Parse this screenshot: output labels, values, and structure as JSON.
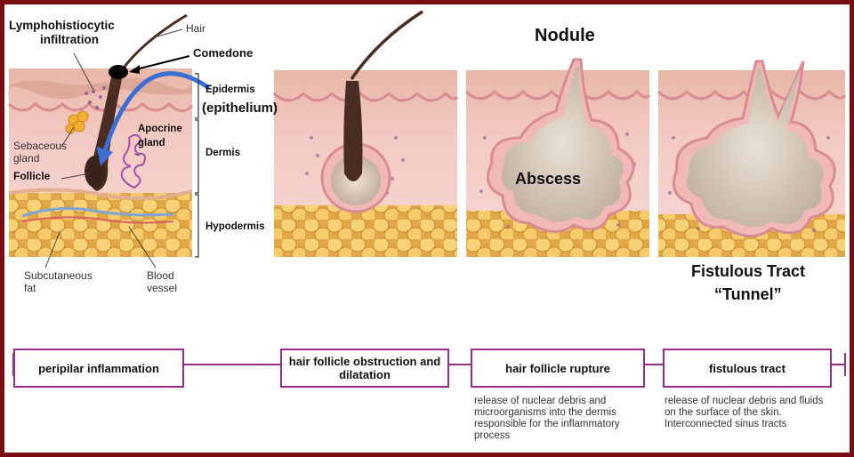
{
  "labels": {
    "lymph": "Lymphohistiocytic",
    "lymph2": "infiltration",
    "hair": "Hair",
    "comedone": "Comedone",
    "epidermis": "Epidermis",
    "epithelium": "(epithelium)",
    "apocrine": "Apocrine",
    "apocrine2": "gland",
    "sebaceous": "Sebaceous",
    "sebaceous2": "gland",
    "follicle": "Follicle",
    "dermis": "Dermis",
    "hypodermis": "Hypodermis",
    "subcut": "Subcutaneous",
    "subcut2": "fat",
    "blood": "Blood",
    "blood2": "vessel",
    "nodule": "Nodule",
    "abscess": "Abscess",
    "fistulous": "Fistulous Tract",
    "tunnel": "“Tunnel”"
  },
  "stages": [
    {
      "title": "peripilar inflammation",
      "desc": ""
    },
    {
      "title": "hair follicle obstruction and dilatation",
      "desc": ""
    },
    {
      "title": "hair follicle rupture",
      "desc": "release of nuclear debris and microorganisms into the dermis responsible for the inflammatory process"
    },
    {
      "title": "fistulous tract",
      "desc": "release of nuclear debris and fluids on the surface of the skin. Interconnected sinus tracts"
    }
  ],
  "colors": {
    "frame": "#7a0d12",
    "timeline": "#9b2c8e",
    "arrow_blue": "#3c6fd6"
  }
}
